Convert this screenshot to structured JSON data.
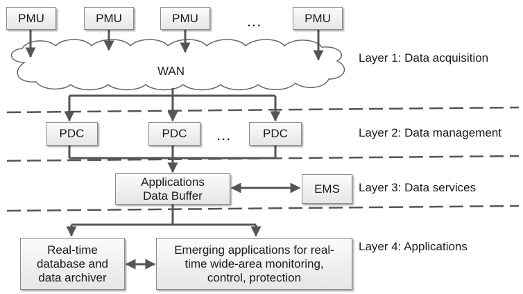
{
  "layers": [
    {
      "label": "Layer 1: Data acquisition"
    },
    {
      "label": "Layer 2: Data management"
    },
    {
      "label": "Layer 3: Data services"
    },
    {
      "label": "Layer 4: Applications"
    }
  ],
  "pmu": {
    "label": "PMU",
    "ellipsis": "..."
  },
  "wan": {
    "label": "WAN"
  },
  "pdc": {
    "label": "PDC",
    "ellipsis": "..."
  },
  "buffer": {
    "label": "Applications\nData Buffer"
  },
  "ems": {
    "label": "EMS"
  },
  "apps": {
    "database": "Real-time\ndatabase and\ndata archiver",
    "emerging": "Emerging applications for real-\ntime wide-area monitoring,\ncontrol, protection"
  }
}
